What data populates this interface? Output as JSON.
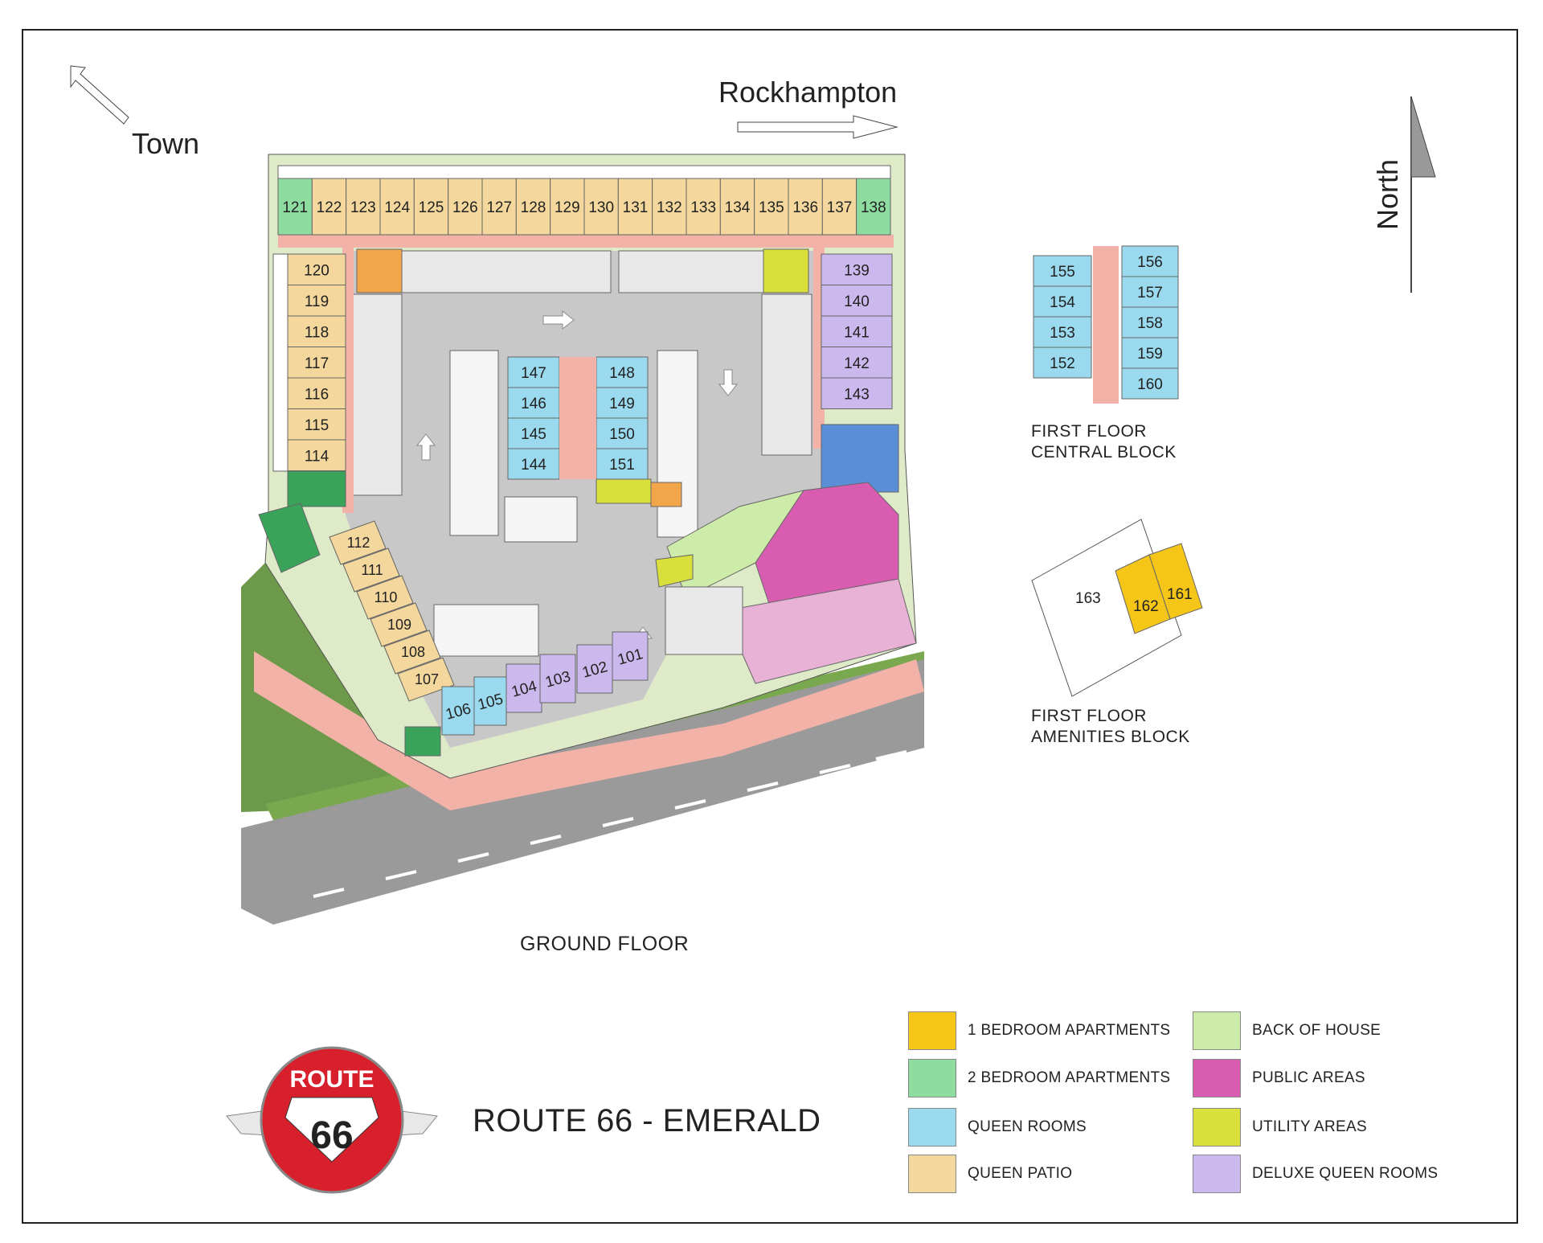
{
  "directions": {
    "town": "Town",
    "rockhampton": "Rockhampton",
    "north": "North"
  },
  "captions": {
    "ground_floor": "GROUND FLOOR",
    "first_floor_central_l1": "FIRST FLOOR",
    "first_floor_central_l2": "CENTRAL BLOCK",
    "first_floor_amenities_l1": "FIRST FLOOR",
    "first_floor_amenities_l2": "AMENITIES BLOCK"
  },
  "brand": {
    "logo_top": "ROUTE",
    "logo_number": "66",
    "title": "ROUTE 66 - EMERALD"
  },
  "colors": {
    "one_bedroom": "#f5c518",
    "two_bedroom": "#8fdca0",
    "queen_rooms": "#9ad9ee",
    "queen_patio": "#f3d79c",
    "back_of_house": "#cdecaa",
    "public_areas": "#d85cb0",
    "utility_areas": "#d9e03c",
    "deluxe_queen": "#cbb8ec",
    "walkway": "#f2b2a8",
    "carpark": "#c8c8c8",
    "grass": "#6d9a4a",
    "road": "#9a9a9a",
    "pool": "#5a8fd8",
    "logo_red": "#d8202c"
  },
  "legend": [
    {
      "label": "1 BEDROOM APARTMENTS",
      "color_key": "one_bedroom"
    },
    {
      "label": "2 BEDROOM APARTMENTS",
      "color_key": "two_bedroom"
    },
    {
      "label": "QUEEN ROOMS",
      "color_key": "queen_rooms"
    },
    {
      "label": "QUEEN PATIO",
      "color_key": "queen_patio"
    },
    {
      "label": "BACK OF HOUSE",
      "color_key": "back_of_house"
    },
    {
      "label": "PUBLIC AREAS",
      "color_key": "public_areas"
    },
    {
      "label": "UTILITY AREAS",
      "color_key": "utility_areas"
    },
    {
      "label": "DELUXE QUEEN ROOMS",
      "color_key": "deluxe_queen"
    }
  ],
  "rooms": {
    "north_row": [
      "121",
      "122",
      "123",
      "124",
      "125",
      "126",
      "127",
      "128",
      "129",
      "130",
      "131",
      "132",
      "133",
      "134",
      "135",
      "136",
      "137",
      "138"
    ],
    "west_column": [
      "120",
      "119",
      "118",
      "117",
      "116",
      "115",
      "114"
    ],
    "east_column": [
      "139",
      "140",
      "141",
      "142",
      "143"
    ],
    "central_left": [
      "147",
      "146",
      "145",
      "144"
    ],
    "central_right": [
      "148",
      "149",
      "150",
      "151"
    ],
    "southwest": [
      "112",
      "111",
      "110",
      "109",
      "108",
      "107"
    ],
    "south": [
      "106",
      "105",
      "104",
      "103",
      "102",
      "101"
    ],
    "first_floor_central_left": [
      "155",
      "154",
      "153",
      "152"
    ],
    "first_floor_central_right": [
      "156",
      "157",
      "158",
      "159",
      "160"
    ],
    "first_floor_amenities": [
      "163",
      "162",
      "161"
    ]
  }
}
